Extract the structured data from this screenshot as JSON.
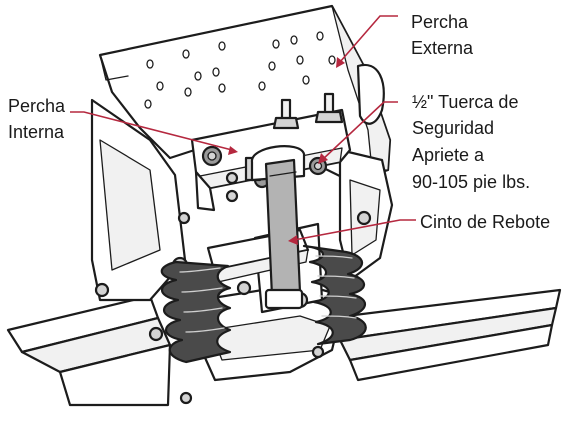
{
  "labels": {
    "outer_perch": [
      "Percha",
      "Externa"
    ],
    "inner_perch": [
      "Percha",
      "Interna"
    ],
    "lock_nut": [
      "½\" Tuerca de",
      "Seguridad",
      "Apriete a",
      "90-105 pie lbs."
    ],
    "rebound_strap": [
      "Cinto de Rebote"
    ]
  },
  "colors": {
    "leader_line": "#b5283f",
    "line_art": "#1c1c1c",
    "strap": "#b3b3b3"
  }
}
